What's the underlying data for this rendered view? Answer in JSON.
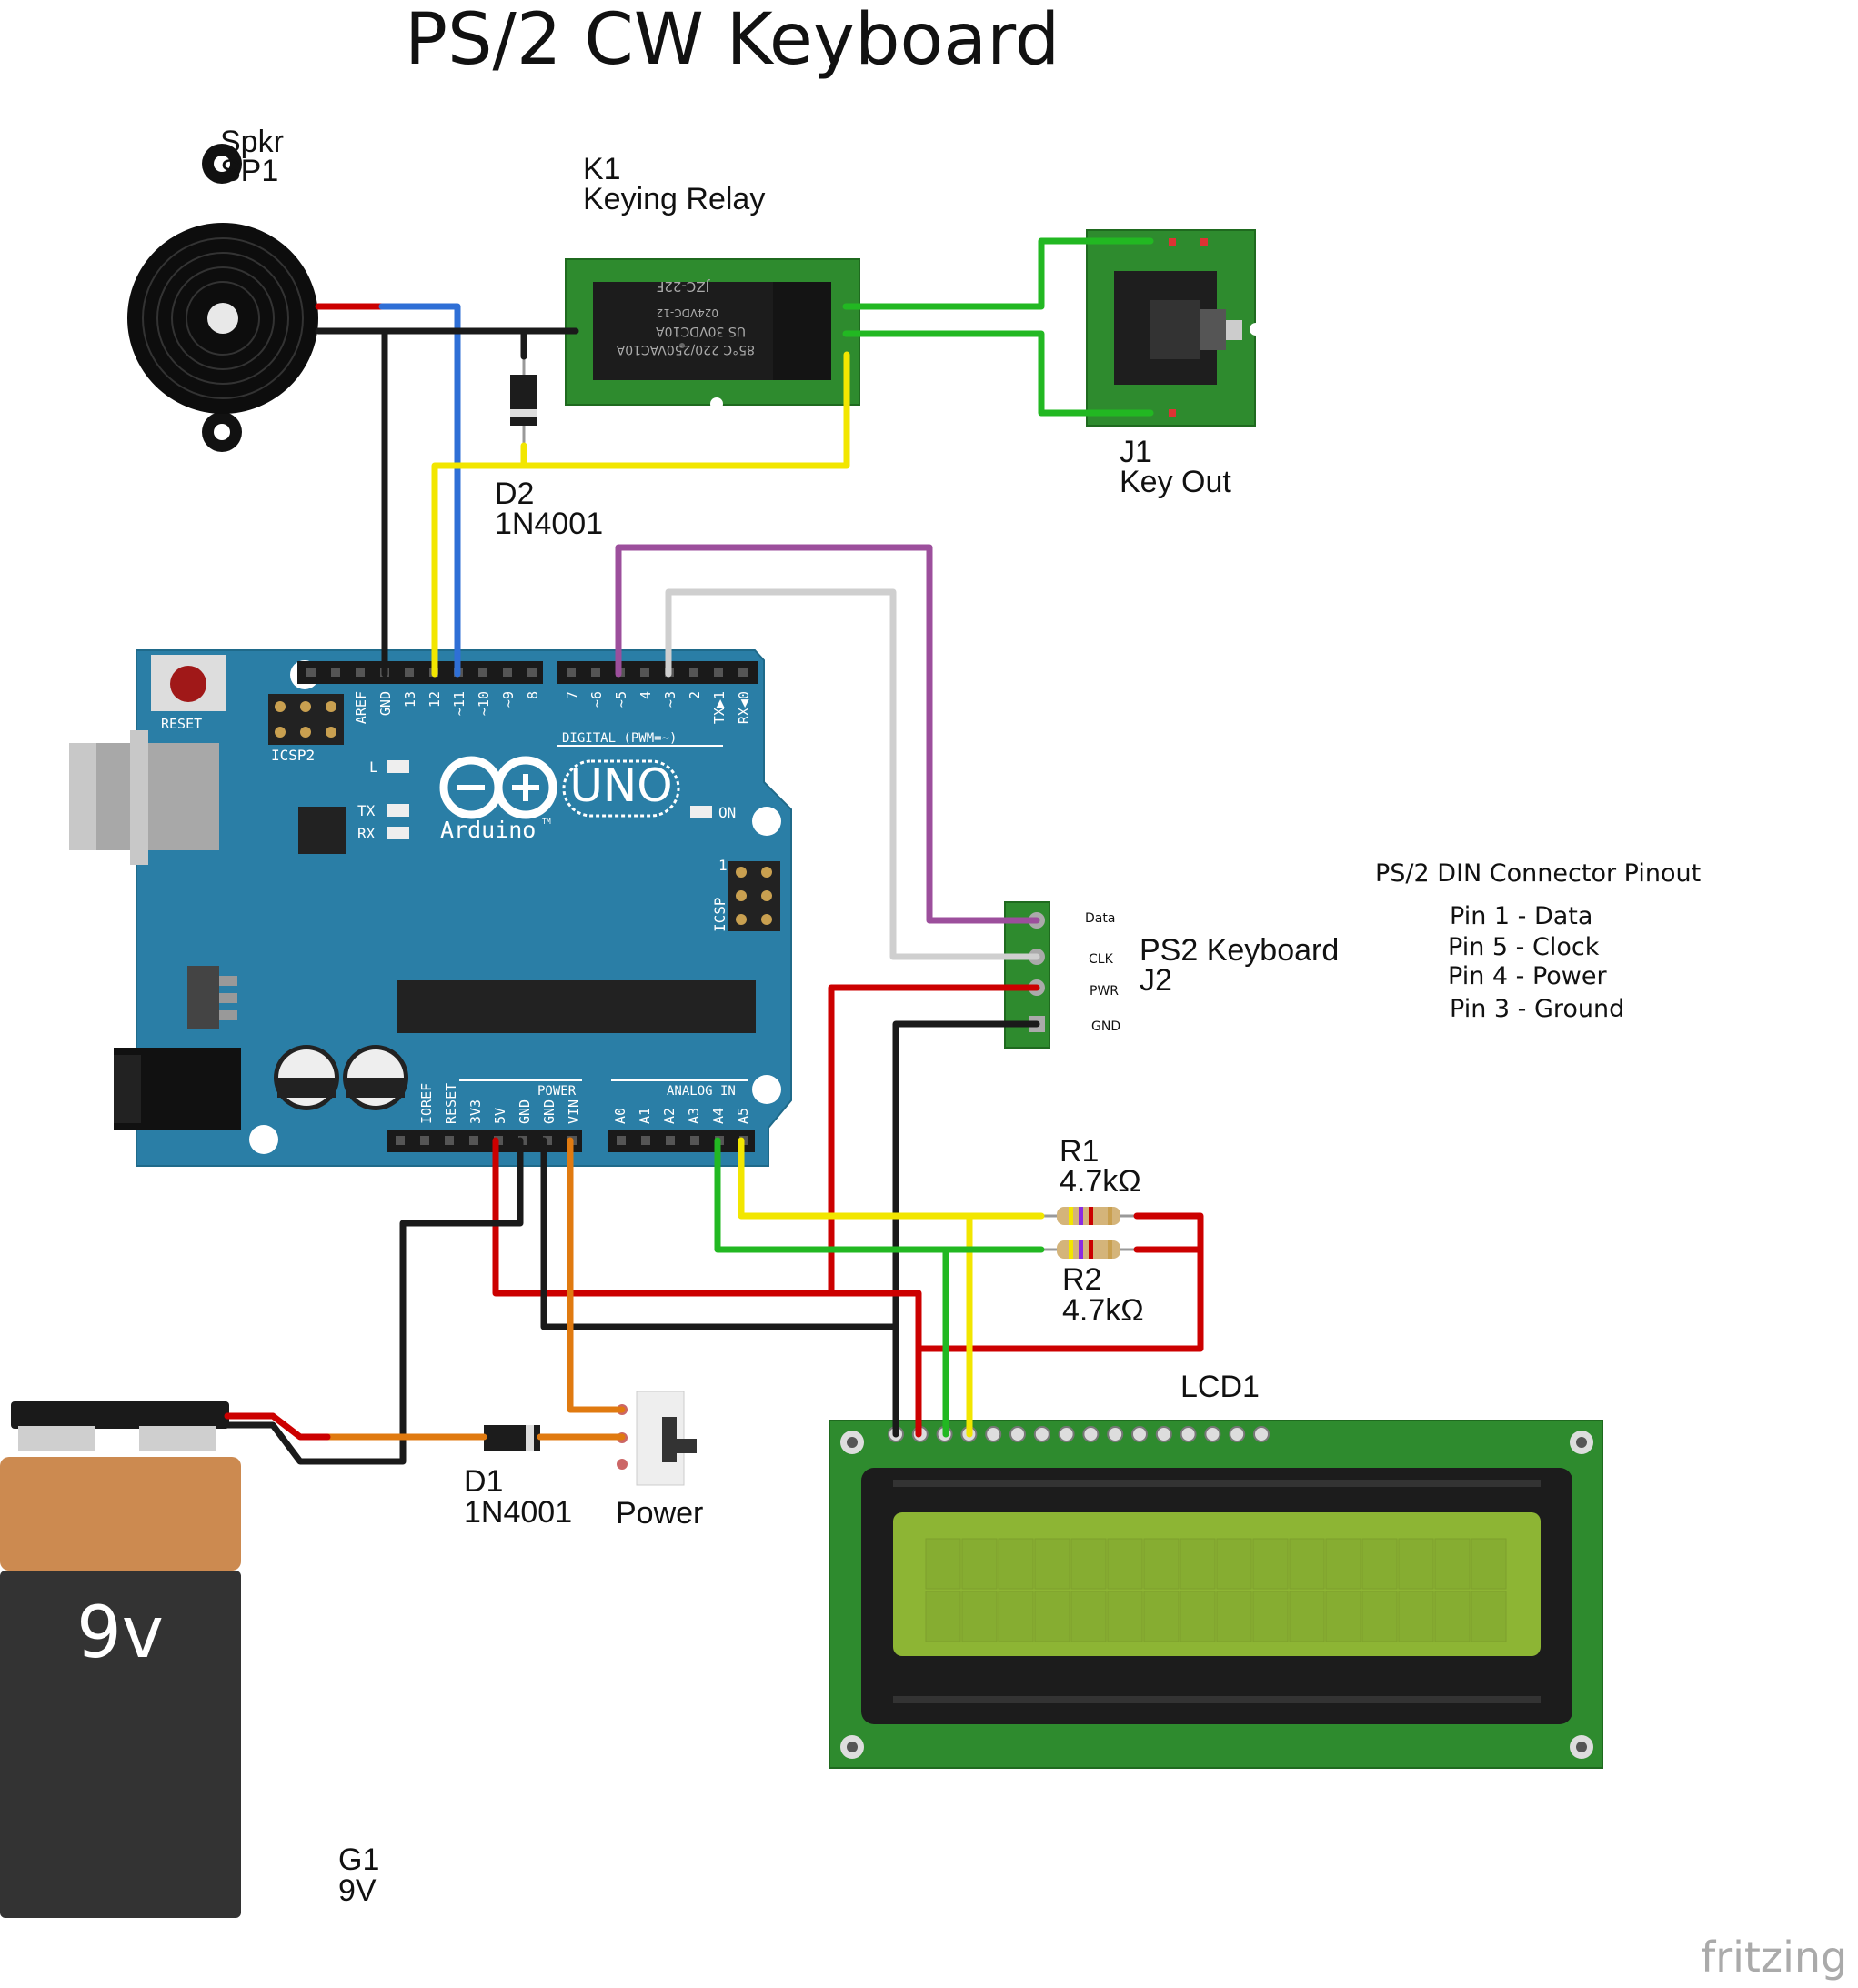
{
  "title": "PS/2 CW Keyboard",
  "components": {
    "speaker": {
      "name": "Spkr",
      "ref": "SP1"
    },
    "relay": {
      "ref": "K1",
      "name": "Keying Relay",
      "markings": [
        "85°C 220/250VAC10A",
        "US  30VDC10A",
        "024VDC-12",
        "JZC-22F"
      ]
    },
    "jack": {
      "ref": "J1",
      "name": "Key Out"
    },
    "diode2": {
      "ref": "D2",
      "value": "1N4001"
    },
    "ps2": {
      "name": "PS2 Keyboard",
      "ref": "J2",
      "pins": [
        "Data",
        "CLK",
        "PWR",
        "GND"
      ]
    },
    "r1": {
      "ref": "R1",
      "value": "4.7kΩ"
    },
    "r2": {
      "ref": "R2",
      "value": "4.7kΩ"
    },
    "lcd": {
      "ref": "LCD1"
    },
    "diode1": {
      "ref": "D1",
      "value": "1N4001"
    },
    "switch": {
      "name": "Power"
    },
    "battery": {
      "ref": "G1",
      "value": "9V",
      "label": "9v"
    }
  },
  "arduino": {
    "logo": "UNO",
    "brand": "Arduino",
    "tm": "TM",
    "reset_label": "RESET",
    "icsp2_label": "ICSP2",
    "icsp_label": "ICSP",
    "icsp_pin1": "1",
    "led_l": "L",
    "led_tx": "TX",
    "led_rx": "RX",
    "led_on": "ON",
    "digital_label": "DIGITAL (PWM=~)",
    "power_label": "POWER",
    "analog_label": "ANALOG IN",
    "top_pins_left": [
      "AREF",
      "GND",
      "13",
      "12",
      "~11",
      "~10",
      "~9",
      "8"
    ],
    "top_pins_right": [
      "7",
      "~6",
      "~5",
      "4",
      "~3",
      "2",
      "TX▶1",
      "RX◀0"
    ],
    "bottom_pins_power": [
      "IOREF",
      "RESET",
      "3V3",
      "5V",
      "GND",
      "GND",
      "VIN"
    ],
    "bottom_pins_analog": [
      "A0",
      "A1",
      "A2",
      "A3",
      "A4",
      "A5"
    ]
  },
  "pinout_note": {
    "heading": "PS/2 DIN Connector Pinout",
    "lines": [
      "Pin 1 - Data",
      "Pin 5 - Clock",
      "Pin 4 - Power",
      "Pin 3 - Ground"
    ]
  },
  "footer": {
    "brand": "fritzing"
  },
  "colors": {
    "board": "#2a7ea6",
    "pcb_green": "#2e8b2e",
    "lcd_screen": "#8db534",
    "wire_red": "#cc0000",
    "wire_black": "#1a1a1a",
    "wire_blue": "#2f6fd6",
    "wire_yellow": "#f2e600",
    "wire_green": "#22b822",
    "wire_purple": "#9c4f9c",
    "wire_white": "#cfcfcf",
    "wire_orange": "#e07a10"
  }
}
